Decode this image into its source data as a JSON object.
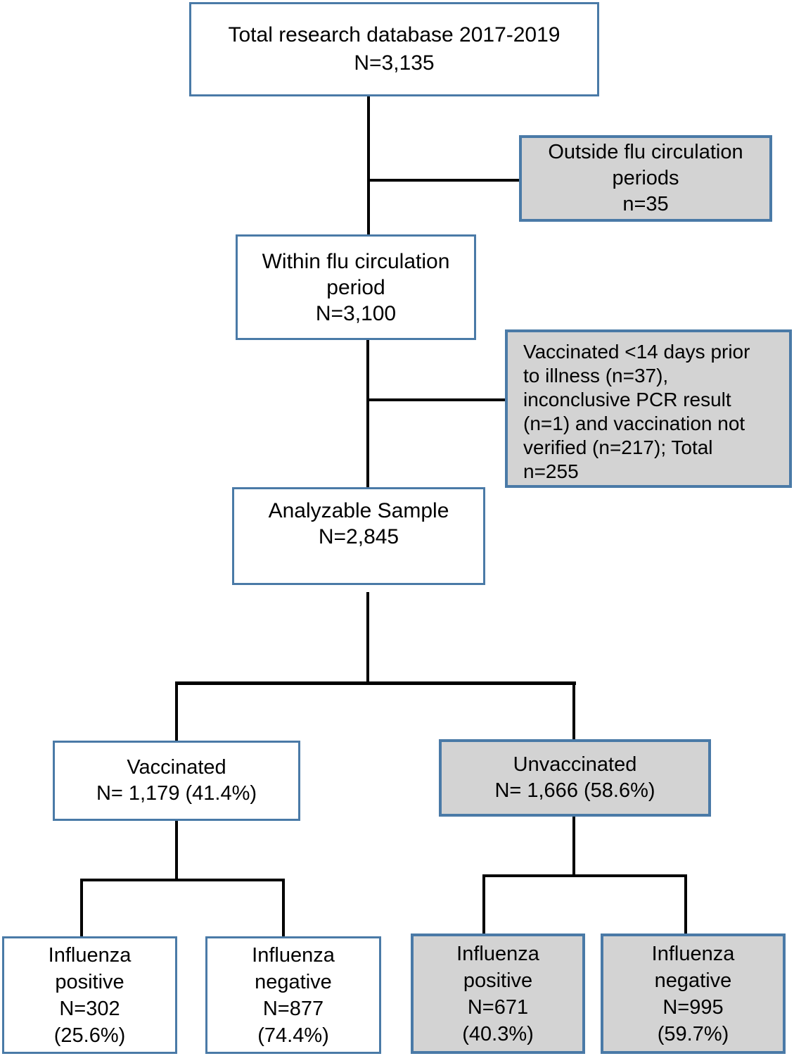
{
  "diagram": {
    "type": "flowchart",
    "description": "Study participant flow diagram for flu vaccination research database",
    "colors": {
      "box_border": "#4a7aa7",
      "white_fill": "#ffffff",
      "gray_fill": "#d3d3d3",
      "connector": "#000000",
      "text": "#000000"
    },
    "nodes": [
      {
        "id": "total-database",
        "variant": "white",
        "lines": [
          "Total research database 2017-2019",
          "N=3,135"
        ]
      },
      {
        "id": "outside-flu-periods",
        "variant": "gray",
        "lines": [
          "Outside flu circulation",
          "periods",
          "n=35"
        ]
      },
      {
        "id": "within-flu-period",
        "variant": "white",
        "lines": [
          "Within flu circulation",
          "period",
          "N=3,100"
        ]
      },
      {
        "id": "excluded-reasons",
        "variant": "gray",
        "lines": [
          "Vaccinated <14 days prior",
          "to illness (n=37),",
          "inconclusive PCR result",
          "(n=1) and vaccination not",
          "verified (n=217); Total",
          "n=255"
        ]
      },
      {
        "id": "analyzable-sample",
        "variant": "white",
        "lines": [
          "Analyzable Sample",
          "N=2,845"
        ]
      },
      {
        "id": "vaccinated",
        "variant": "white",
        "lines": [
          "Vaccinated",
          "N= 1,179 (41.4%)"
        ]
      },
      {
        "id": "unvaccinated",
        "variant": "gray",
        "lines": [
          "Unvaccinated",
          "N= 1,666 (58.6%)"
        ]
      },
      {
        "id": "vaccinated-influenza-positive",
        "variant": "white",
        "lines": [
          "Influenza",
          "positive",
          "N=302",
          "(25.6%)"
        ]
      },
      {
        "id": "vaccinated-influenza-negative",
        "variant": "white",
        "lines": [
          "Influenza",
          "negative",
          "N=877",
          "(74.4%)"
        ]
      },
      {
        "id": "unvaccinated-influenza-positive",
        "variant": "gray",
        "lines": [
          "Influenza",
          "positive",
          "N=671",
          "(40.3%)"
        ]
      },
      {
        "id": "unvaccinated-influenza-negative",
        "variant": "gray",
        "lines": [
          "Influenza",
          "negative",
          "N=995",
          "(59.7%)"
        ]
      }
    ],
    "edges": [
      {
        "from": "total-database",
        "to": "outside-flu-periods"
      },
      {
        "from": "total-database",
        "to": "within-flu-period"
      },
      {
        "from": "within-flu-period",
        "to": "excluded-reasons"
      },
      {
        "from": "within-flu-period",
        "to": "analyzable-sample"
      },
      {
        "from": "analyzable-sample",
        "to": "vaccinated"
      },
      {
        "from": "analyzable-sample",
        "to": "unvaccinated"
      },
      {
        "from": "vaccinated",
        "to": "vaccinated-influenza-positive"
      },
      {
        "from": "vaccinated",
        "to": "vaccinated-influenza-negative"
      },
      {
        "from": "unvaccinated",
        "to": "unvaccinated-influenza-positive"
      },
      {
        "from": "unvaccinated",
        "to": "unvaccinated-influenza-negative"
      }
    ]
  }
}
